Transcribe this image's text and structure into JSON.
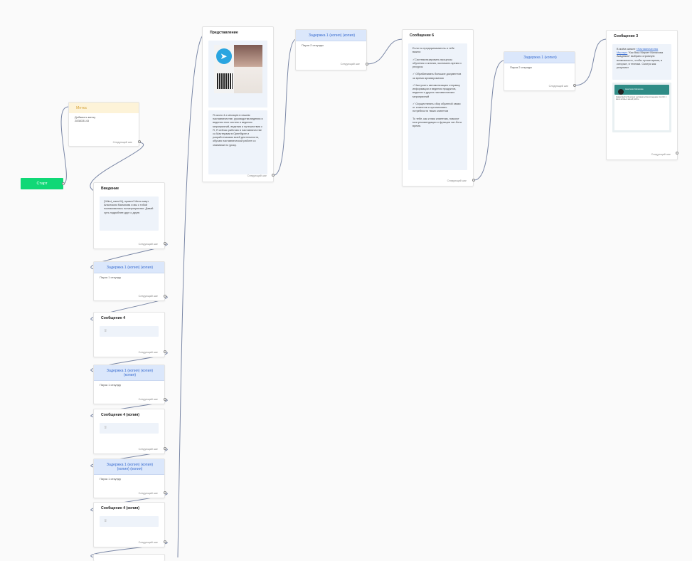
{
  "start": {
    "label": "Старт"
  },
  "next_label": "Следующий шаг",
  "note_node": {
    "title": "Метка",
    "line1": "Добавить метку",
    "line2": "283833143"
  },
  "intro": {
    "title": "Введение",
    "text": "{%first_name%}, привет! Меня зовут Анастасия Малахова и мы с тобой познакомились на мероприятии. Давай чуть подробнее друг о друге."
  },
  "delay_a": {
    "title": "Задержка 1 (копия) (копия)",
    "text": "Пауза 1 секунду"
  },
  "msg4": {
    "title": "Сообщение 4",
    "placeholder": "①"
  },
  "delay_b": {
    "title": "Задержка 1 (копия) (копия) (копия)",
    "text": "Пауза 1 секунду"
  },
  "msg4c": {
    "title": "Сообщение 4 (копия)",
    "placeholder": "①"
  },
  "delay_c": {
    "title": "Задержка 1 (копия) (копия) (копия) (копия)",
    "text": "Пауза 1 секунду"
  },
  "msg4cc": {
    "title": "Сообщение 4 (копия)",
    "placeholder": "①"
  },
  "present": {
    "title": "Представление",
    "text": "Я около 4-х месяцев в нашем наставничестве, руководства ведения и ведения этих систем и ведения мероприятий, ведения и путешествия с Я, Я сейчас работаю в наставничестве со Мастерами в Оренбурге и разработчиками моей деятельности, обучаю наставнической работе со знаниями по уроку."
  },
  "delay_d": {
    "title": "Задержка 1 (копия) (копия)",
    "text": "Пауза 2 секунды"
  },
  "msg6": {
    "title": "Сообщение 6",
    "p1": "Если ты предприниматель и тебе важно:",
    "p2": "✓Систематизировать процессы обучения и знания, экономить время и ресурсы",
    "p3": "✓ Обрабатывать большие документов за время архивирования",
    "p4": "✓Настроить автоматизацию отправку информации и ведения продуктов, ведения и других наставнических мероприятий",
    "p5": "✓ Осуществлять сбор обратной связи от клиентов и организовать потребности твоих клиентов",
    "p6": "То тебе, как и нам клиентам, помогут мои рекомендации и функции чат-бота время."
  },
  "delay_e": {
    "title": "Задержка 1 (копия)",
    "text": "Пауза 2 секунды"
  },
  "msg3": {
    "title": "Сообщение 3",
    "pre": "В моём канале",
    "link": "«Наставничество Мастер»",
    "post": "\"Как Ваш Маркет Малахова Академия\" выбрано огромную возможность, чтобы лучше время, в которые, в техники. Смотри как результат",
    "card_title": "Анастасия Малахова",
    "card_text": "Здравствуйте! Я эксперт наставничества по ведению. Чат-бот 1 ваши активы в нашей работе."
  },
  "colors": {
    "start": "#10d876",
    "delay": "#dbe7fb",
    "note": "#fdf3d8",
    "wire": "#7a87a6"
  }
}
